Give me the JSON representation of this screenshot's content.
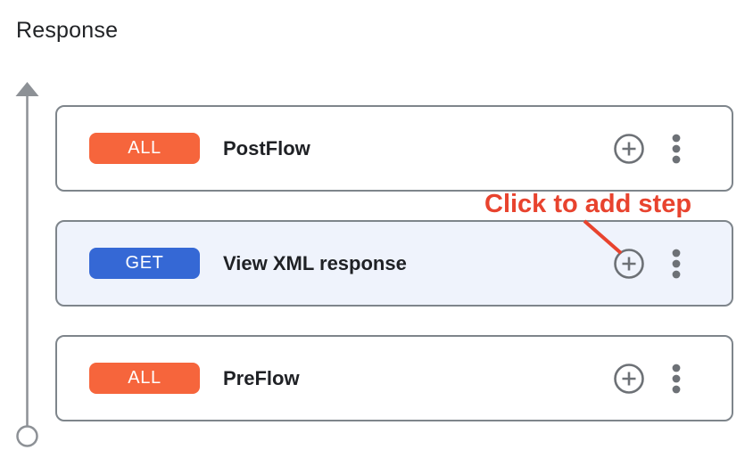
{
  "header": {
    "title": "Response"
  },
  "flow": {
    "cards": [
      {
        "method": "ALL",
        "label": "PostFlow",
        "badge_color": "#f6653c",
        "highlighted": false
      },
      {
        "method": "GET",
        "label": "View XML response",
        "badge_color": "#3568d5",
        "highlighted": true
      },
      {
        "method": "ALL",
        "label": "PreFlow",
        "badge_color": "#f6653c",
        "highlighted": false
      }
    ]
  },
  "annotation": {
    "label": "Click to add step",
    "color": "#e8432e"
  },
  "icons": {
    "add_step": "plus-circle-icon",
    "row_menu": "kebab-menu-icon",
    "axis_top": "arrow-up-icon",
    "axis_bottom": "circle-terminal-icon"
  },
  "colors": {
    "card_border": "#7e858b",
    "highlight_background": "#eff3fc",
    "axis_gray": "#8d9196",
    "icon_gray": "#6d7176",
    "title_text": "#1f2125",
    "badge_text": "#ffffff"
  }
}
